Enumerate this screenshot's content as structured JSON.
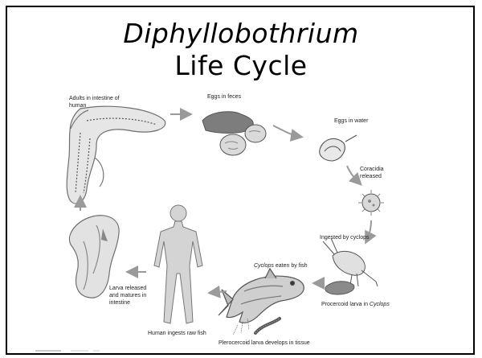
{
  "title": {
    "line1": "Diphyllobothrium",
    "line2": "Life Cycle"
  },
  "labels": {
    "adults": "Adults in intestine of human",
    "eggs_feces": "Eggs in feces",
    "eggs_water": "Eggs in water",
    "coracidia": "Coracidia released",
    "ingested": "Ingested by cyclops",
    "cyclops_eaten_italic": "Cyclops",
    "cyclops_eaten_rest": " eaten by fish",
    "procercoid_rest": "Procercoid larva in ",
    "procercoid_italic": "Cyclops",
    "plerocercoid": "Plerocercoid larva develops in tissue",
    "human_ingests": "Human ingests raw fish",
    "larva_released": "Larva released and matures in intestine"
  },
  "colors": {
    "arrow": "#9a9a9a",
    "drawing": "#6f6f6f",
    "fill_light": "#d8d8d8",
    "fill_dark": "#777777"
  }
}
